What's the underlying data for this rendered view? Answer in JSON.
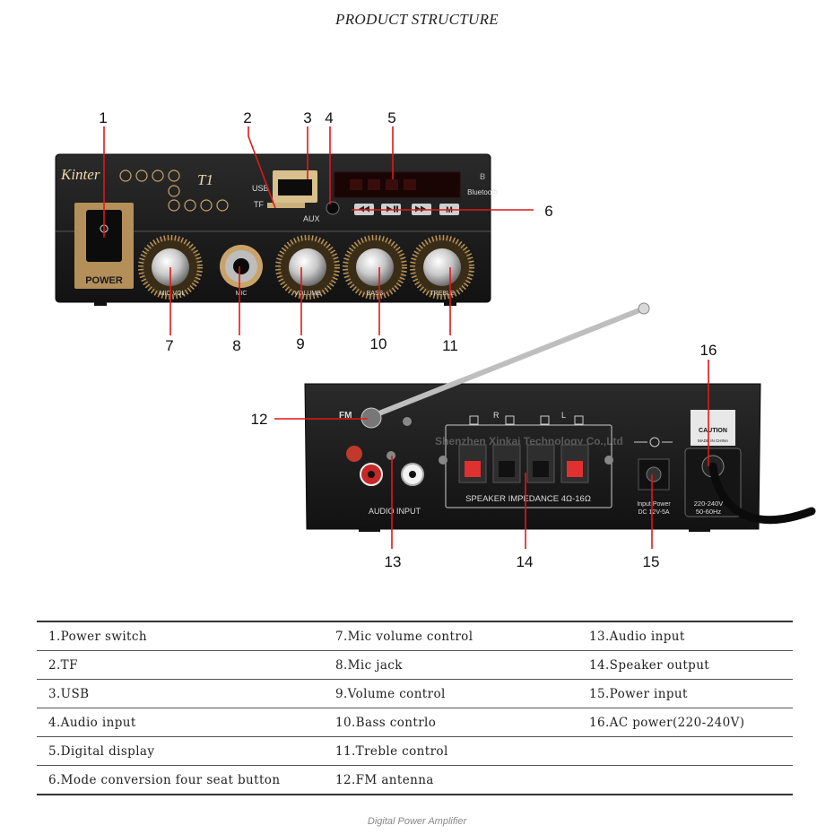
{
  "title": "PRODUCT STRUCTURE",
  "caption": "Digital Power Amplifier",
  "callout_numbers": [
    "1",
    "2",
    "3",
    "4",
    "5",
    "6",
    "7",
    "8",
    "9",
    "10",
    "11",
    "12",
    "13",
    "14",
    "15",
    "16"
  ],
  "front_panel": {
    "brand": "Kinter",
    "model": "T1",
    "usb_label": "USB",
    "tf_label": "TF",
    "aux_label": "AUX",
    "bluetooth_label": "Bluetooth",
    "power_label": "POWER",
    "knob_labels": [
      "MIC VOL",
      "MIC",
      "VOLUME",
      "BASS",
      "TREBLE"
    ]
  },
  "rear_panel": {
    "fm_label": "FM",
    "audio_input_label": "AUDIO INPUT",
    "speaker_label": "SPEAKER IMPEDANCE 4Ω-16Ω",
    "channel_r": "R",
    "channel_l": "L",
    "input_power_label": [
      "Input Power",
      "DC 12V-5A"
    ],
    "ac_label": [
      "220-240V",
      "50-60Hz"
    ],
    "caution_label": "CAUTION",
    "made_in_label": "MADE IN CHINA",
    "watermark": "Shenzhen Xinkai Technology Co.,Ltd"
  },
  "colors": {
    "callout": "#e01818",
    "panel": "#1e1e1e",
    "brand_gold": "#c9a46a"
  },
  "specs": [
    [
      "1.Power switch",
      "7.Mic volume control",
      "13.Audio input"
    ],
    [
      "2.TF",
      "8.Mic jack",
      "14.Speaker output"
    ],
    [
      "3.USB",
      "9.Volume control",
      "15.Power input"
    ],
    [
      "4.Audio input",
      "10.Bass contrlo",
      "16.AC power(220-240V)"
    ],
    [
      "5.Digital display",
      "11.Treble control",
      ""
    ],
    [
      "6.Mode conversion four seat button",
      "12.FM antenna",
      ""
    ]
  ]
}
